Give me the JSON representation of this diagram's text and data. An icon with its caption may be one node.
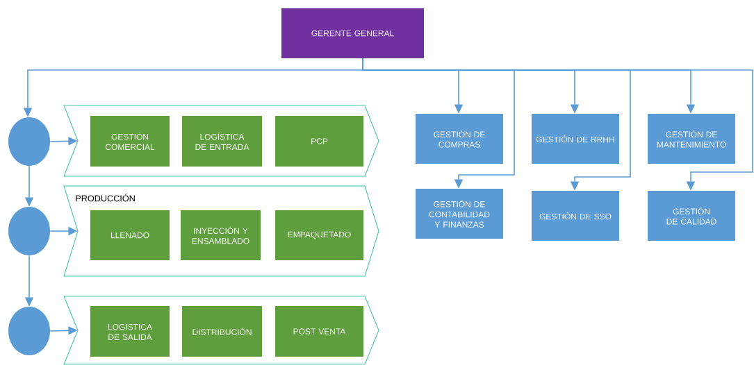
{
  "diagram": {
    "nodes": [
      {
        "text": [
          "GERENTE GENERAL"
        ]
      },
      {
        "text": [],
        "shape": "circle"
      },
      {
        "text": [],
        "shape": "chevron"
      },
      {
        "text": [
          "GESTIÓN COMERCIAL"
        ],
        "in": 2
      },
      {
        "text": [
          "LOGÍSTICA DE ENTRADA"
        ],
        "in": 2
      },
      {
        "text": [
          "PCP"
        ],
        "in": 2
      },
      {
        "text": [],
        "shape": "circle"
      },
      {
        "text": [
          "PRODUCCIÓN"
        ]
      },
      {
        "text": [
          "LLENADO"
        ],
        "in": 7
      },
      {
        "text": [
          "INYECCIÓN Y ENSAMBLADO"
        ],
        "in": 7
      },
      {
        "text": [
          "EMPAQUETADO"
        ],
        "in": 7
      },
      {
        "text": [],
        "shape": "circle"
      },
      {
        "text": [],
        "shape": "chevron"
      },
      {
        "text": [
          "LOGÍSTICA DE SALIDA"
        ],
        "in": 12
      },
      {
        "text": [
          "DISTRIBUCIÓN"
        ],
        "in": 12
      },
      {
        "text": [
          "POST VENTA"
        ],
        "in": 12
      },
      {
        "text": [
          "GESTIÓN DE COMPRAS"
        ]
      },
      {
        "text": [
          "GESTIÓN DE RRHH"
        ]
      },
      {
        "text": [
          "GESTIÓN DE MANTENIMIENTO"
        ]
      },
      {
        "text": [
          "GESTIÓN DE CONTABILIDAD Y FINANZAS"
        ]
      },
      {
        "text": [
          "GESTIÓN DE SSO"
        ]
      },
      {
        "text": [
          "GESTIÓN DE CALIDAD"
        ]
      }
    ],
    "edges": [
      {
        "from": 0,
        "to": 1,
        "arrow": "to"
      },
      {
        "from": 1,
        "to": 2,
        "arrow": "to"
      },
      {
        "from": 1,
        "to": 6,
        "arrow": "to"
      },
      {
        "from": 6,
        "to": 7,
        "arrow": "to"
      },
      {
        "from": 6,
        "to": 11,
        "arrow": "to"
      },
      {
        "from": 11,
        "to": 12,
        "arrow": "to"
      },
      {
        "from": 0,
        "to": 16,
        "arrow": "to"
      },
      {
        "from": 0,
        "to": 19,
        "arrow": "to"
      },
      {
        "from": 0,
        "to": 17,
        "arrow": "to"
      },
      {
        "from": 0,
        "to": 20,
        "arrow": "to"
      },
      {
        "from": 0,
        "to": 18,
        "arrow": "to"
      },
      {
        "from": 0,
        "to": 21,
        "arrow": "to"
      }
    ]
  }
}
